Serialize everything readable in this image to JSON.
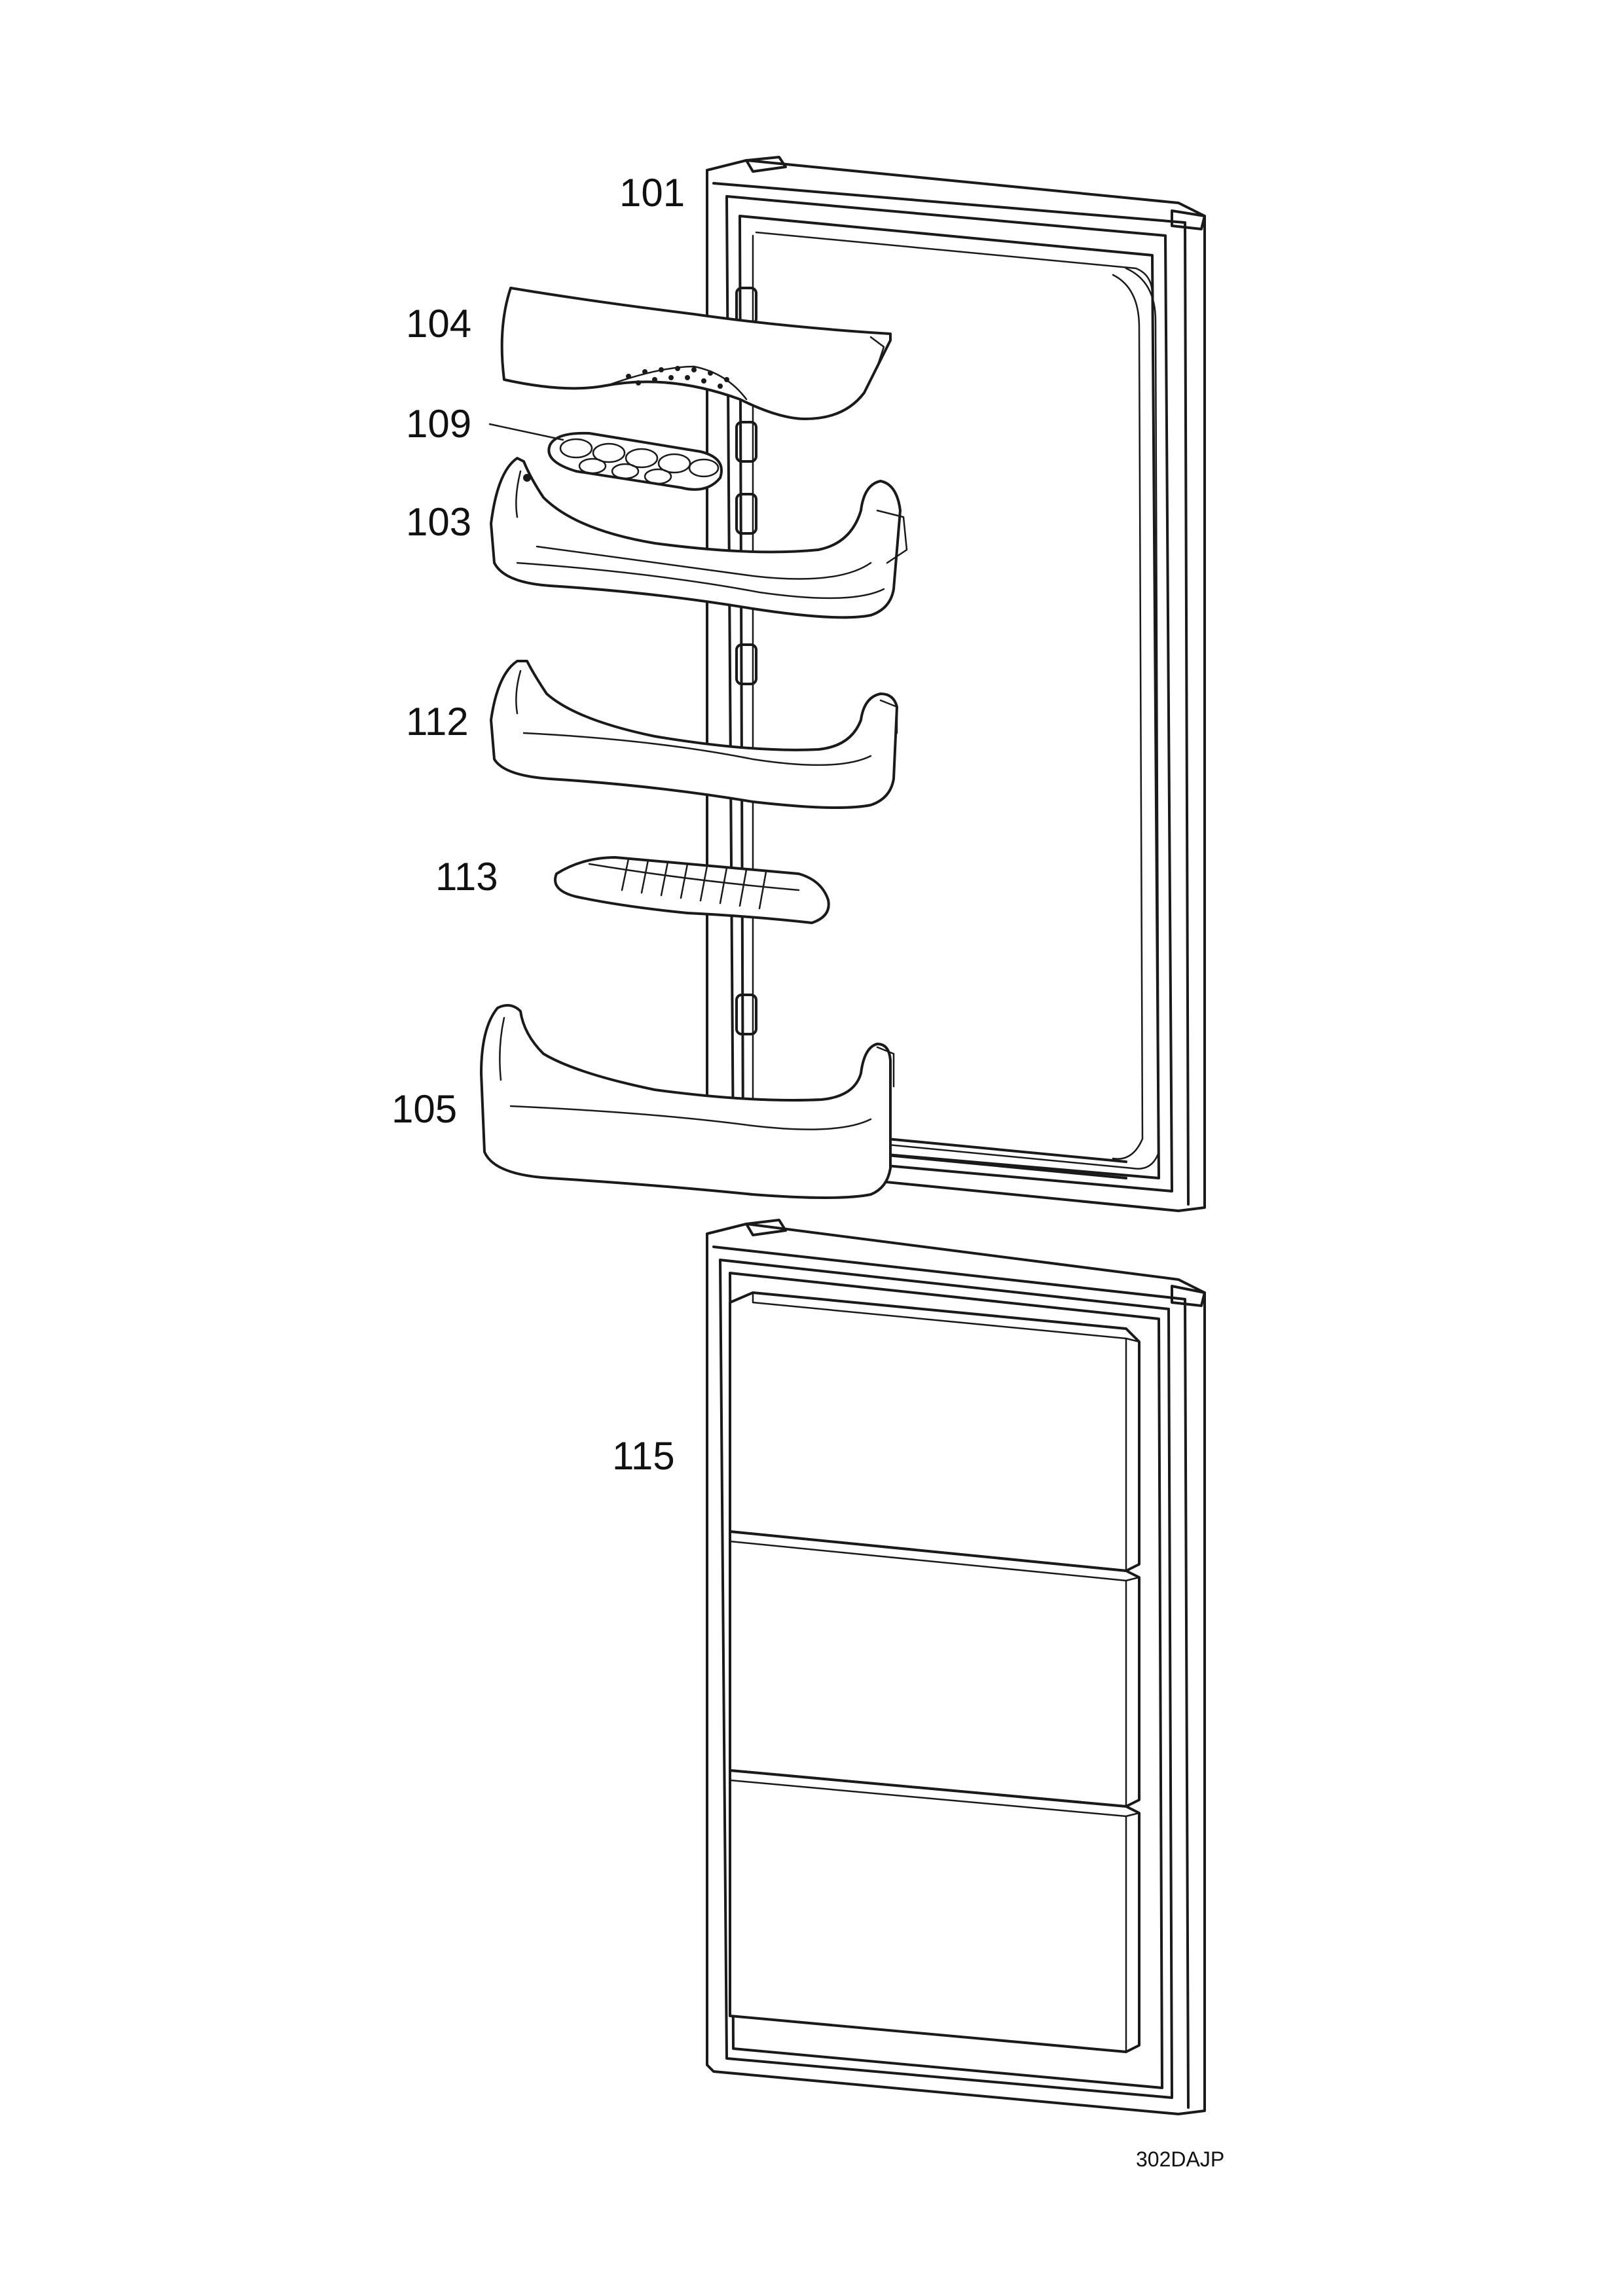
{
  "diagram": {
    "parts": [
      {
        "label": "101"
      },
      {
        "label": "104"
      },
      {
        "label": "109"
      },
      {
        "label": "103"
      },
      {
        "label": "112"
      },
      {
        "label": "113"
      },
      {
        "label": "105"
      },
      {
        "label": "115"
      }
    ],
    "drawing_code": "302DAJP"
  }
}
